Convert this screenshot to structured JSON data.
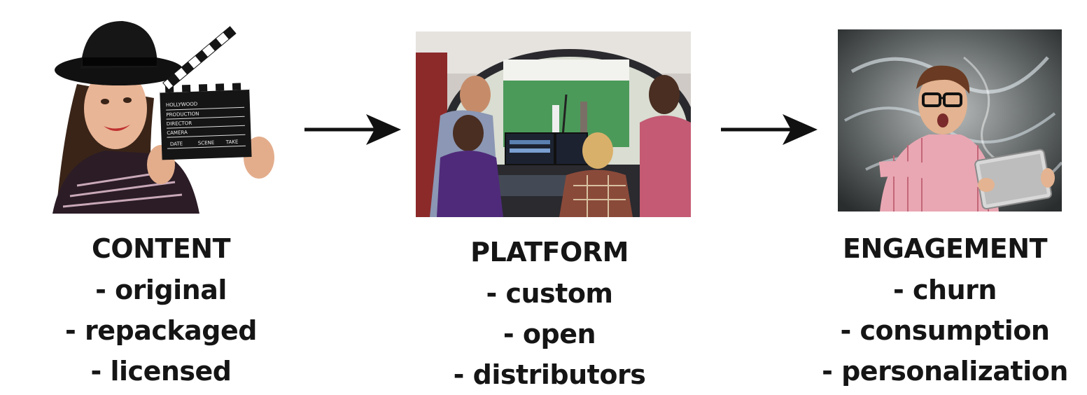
{
  "stages": [
    {
      "title": "CONTENT",
      "items": [
        "- original",
        "- repackaged",
        "- licensed"
      ],
      "photo_icon": "filmmaker-with-clapperboard-photo",
      "clapper_text": [
        "HOLLYWOOD",
        "PRODUCTION",
        "DIRECTOR",
        "CAMERA",
        "DATE",
        "SCENE",
        "TAKE"
      ]
    },
    {
      "title": "PLATFORM",
      "items": [
        "- custom",
        "- open",
        "- distributors"
      ],
      "photo_icon": "tv-studio-control-room-photo"
    },
    {
      "title": "ENGAGEMENT",
      "items": [
        "- churn",
        "- consumption",
        "- personalization"
      ],
      "photo_icon": "amazed-user-with-tablet-photo"
    }
  ],
  "colors": {
    "text": "#151515",
    "arrow": "#111111",
    "background": "#ffffff"
  }
}
